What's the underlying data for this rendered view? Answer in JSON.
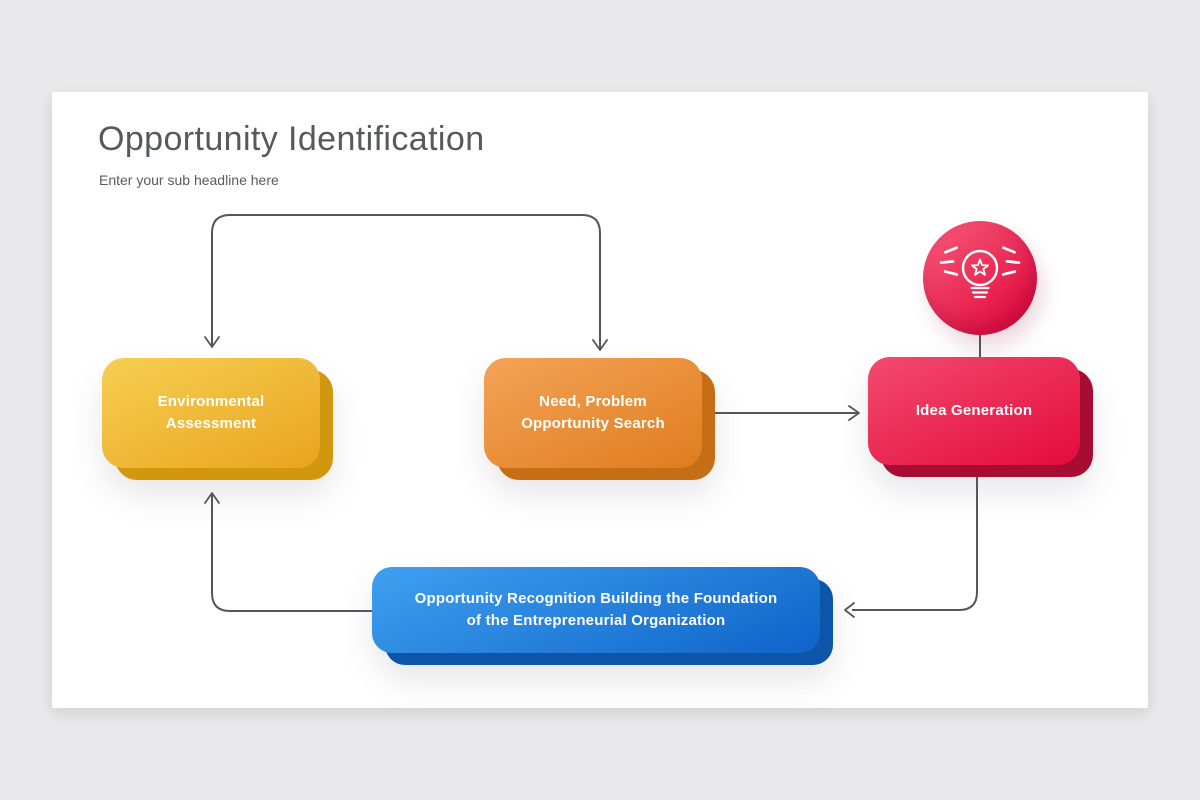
{
  "slide": {
    "title": "Opportunity Identification",
    "subtitle": "Enter your sub headline here"
  },
  "nodes": {
    "environmental": {
      "label": [
        "Environmental",
        "Assessment"
      ],
      "color_top": "#f7cf52",
      "color_bottom": "#e9a41f",
      "layer_shadow": "#d0970f"
    },
    "need": {
      "label": [
        "Need, Problem",
        "Opportunity Search"
      ],
      "color_top": "#f3a458",
      "color_bottom": "#e07c1e",
      "layer_shadow": "#c66e15"
    },
    "idea": {
      "label": [
        "Idea Generation"
      ],
      "color_top": "#f34a6e",
      "color_bottom": "#e30b3e",
      "layer_shadow": "#a60d31"
    },
    "recognition": {
      "label": [
        "Opportunity Recognition Building the Foundation",
        "of the Entrepreneurial Organization"
      ],
      "color_top": "#3fa0ef",
      "color_bottom": "#0e63c8",
      "layer_shadow": "#0d55a8"
    }
  },
  "badge": {
    "icon": "lightbulb-idea-icon",
    "color_top": "#f24a6e",
    "color_bottom": "#e20a3e"
  },
  "connector_color": "#55565a",
  "text_color_on_nodes": "#ffffff",
  "title_color": "#58595c",
  "canvas_background": "#e9e8ea",
  "slide_background": "#ffffff"
}
